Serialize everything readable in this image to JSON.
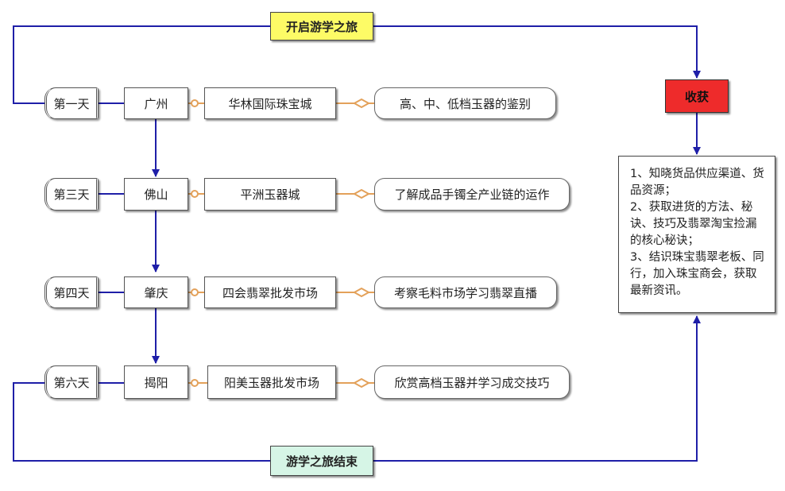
{
  "start_label": "开启游学之旅",
  "end_label": "游学之旅结束",
  "harvest_label": "收获",
  "harvest_items": [
    "1、知晓货品供应渠道、货品资源；",
    "2、获取进货的方法、秘诀、技巧及翡翠淘宝捡漏的核心秘诀；",
    "3、结识珠宝翡翠老板、同行，加入珠宝商会，获取最新资讯。"
  ],
  "stops": [
    {
      "day": "第一天",
      "city": "广州",
      "venue": "华林国际珠宝城",
      "activity": "高、中、低档玉器的鉴别"
    },
    {
      "day": "第三天",
      "city": "佛山",
      "venue": "平洲玉器城",
      "activity": "了解成品手镯全产业链的运作"
    },
    {
      "day": "第四天",
      "city": "肇庆",
      "venue": "四会翡翠批发市场",
      "activity": "考察毛料市场学习翡翠直播"
    },
    {
      "day": "第六天",
      "city": "揭阳",
      "venue": "阳美玉器批发市场",
      "activity": "欣赏高档玉器并学习成交技巧"
    }
  ],
  "colors": {
    "flow_line": "#1f1fa8",
    "link_line": "#e3a15a",
    "start_fill": "#fdfb66",
    "end_fill": "#d6f5e6",
    "harvest_fill": "#ee2b2b"
  }
}
